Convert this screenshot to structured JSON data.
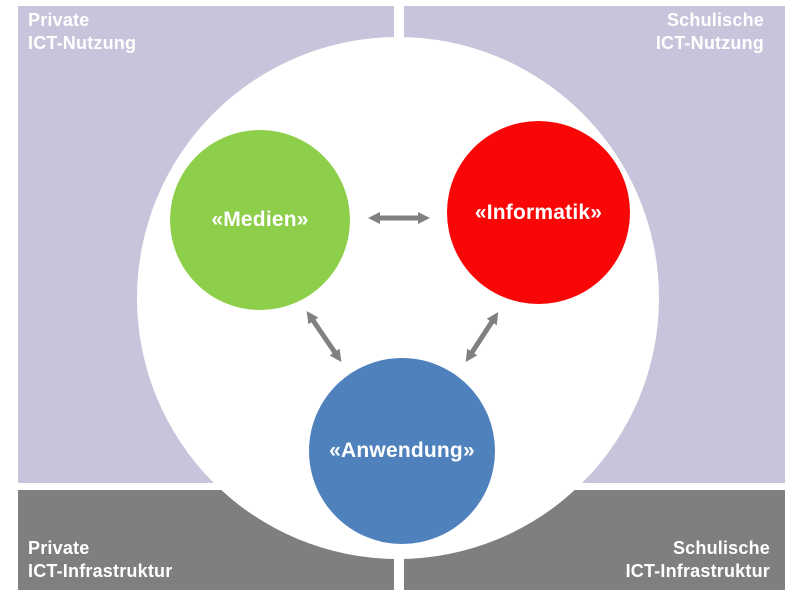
{
  "colors": {
    "quadrant-top": "#CAC3DC",
    "quadrant-bottom": "#7F7F7F",
    "circle-medien": "#8DCE4A",
    "circle-informatik": "#F90606",
    "circle-anwendung": "#4F81BD",
    "arrow": "#808080",
    "label-text": "#FFFFFF"
  },
  "quadrants": {
    "top_left": {
      "label": "Private\nICT-Nutzung"
    },
    "top_right": {
      "label": "Schulische\nICT-Nutzung"
    },
    "bottom_left": {
      "label": "Private\nICT-Infrastruktur"
    },
    "bottom_right": {
      "label": "Schulische\nICT-Infrastruktur"
    }
  },
  "circles": {
    "medien": {
      "label": "«Medien»"
    },
    "informatik": {
      "label": "«Informatik»"
    },
    "anwendung": {
      "label": "«Anwendung»"
    }
  },
  "arrows": [
    {
      "from": "medien",
      "to": "informatik",
      "bidirectional": true
    },
    {
      "from": "medien",
      "to": "anwendung",
      "bidirectional": true
    },
    {
      "from": "informatik",
      "to": "anwendung",
      "bidirectional": true
    }
  ]
}
